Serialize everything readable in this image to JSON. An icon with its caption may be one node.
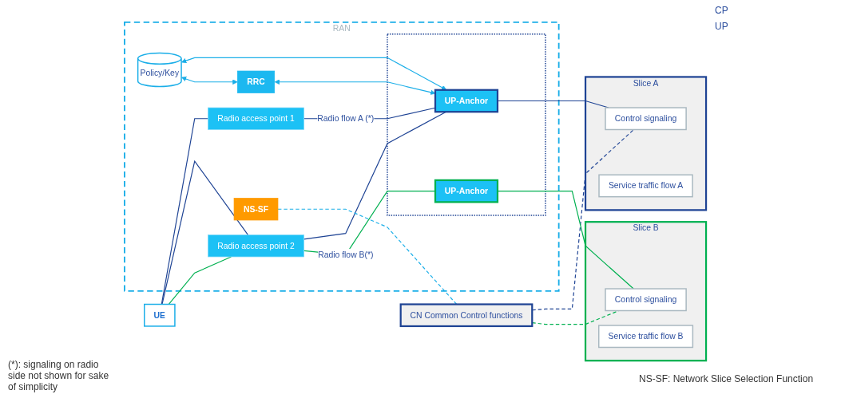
{
  "diagram": {
    "nodes": [
      {
        "text": [
          "RAN"
        ]
      },
      {
        "text": [
          "UE"
        ]
      },
      {
        "text": [
          "Radio access point 1"
        ],
        "in": 0
      },
      {
        "text": [
          "Radio access point 2"
        ],
        "in": 0
      },
      {
        "text": [
          "Policy/Key"
        ],
        "in": 0
      },
      {
        "text": [
          "RRC"
        ],
        "in": 0
      },
      {
        "text": [
          "NS-SF"
        ],
        "in": 0
      },
      {
        "text": [],
        "shape": "box",
        "in": 0
      },
      {
        "text": [
          "UP-Anchor"
        ],
        "in": 7
      },
      {
        "text": [
          "UP-Anchor"
        ],
        "in": 7
      },
      {
        "text": [
          "CN Common Control functions"
        ]
      },
      {
        "text": [
          "Slice A"
        ]
      },
      {
        "text": [
          "Control signaling"
        ],
        "in": 11
      },
      {
        "text": [
          "Service traffic flow A"
        ],
        "in": 11
      },
      {
        "text": [
          "Slice B"
        ]
      },
      {
        "text": [
          "Control signaling"
        ],
        "in": 14
      },
      {
        "text": [
          "Service traffic flow B"
        ],
        "in": 14
      }
    ],
    "edges": [
      {
        "from": 1,
        "to": 2,
        "arrow": "none"
      },
      {
        "from": 1,
        "to": 3,
        "arrow": "none"
      },
      {
        "from": 1,
        "to": 3,
        "arrow": "none",
        "color": "#00b050"
      },
      {
        "from": 2,
        "to": 8,
        "arrow": "none",
        "label": "Radio flow A (*)"
      },
      {
        "from": 3,
        "to": 8,
        "arrow": "none"
      },
      {
        "from": 3,
        "to": 9,
        "arrow": "none",
        "label": "Radio flow B(*)",
        "color": "#00b050"
      },
      {
        "from": 4,
        "to": 8,
        "arrow": "both",
        "color": "#1aaee8"
      },
      {
        "from": 4,
        "to": 5,
        "arrow": "both",
        "color": "#1aaee8"
      },
      {
        "from": 5,
        "to": 8,
        "arrow": "both",
        "color": "#1aaee8"
      },
      {
        "from": 6,
        "to": 10,
        "arrow": "none",
        "style": "dashed",
        "color": "#1aaee8"
      },
      {
        "from": 8,
        "to": 12,
        "arrow": "none"
      },
      {
        "from": 10,
        "to": 12,
        "arrow": "none",
        "style": "dashed"
      },
      {
        "from": 10,
        "to": 15,
        "arrow": "none",
        "style": "dashed",
        "color": "#00b050"
      },
      {
        "from": 9,
        "to": 15,
        "arrow": "none",
        "color": "#00b050"
      }
    ],
    "labels": [
      "CP",
      "UP",
      "(*): signaling on radio side not shown for sake of simplicity",
      "NS-SF: Network Slice Selection Function"
    ]
  }
}
